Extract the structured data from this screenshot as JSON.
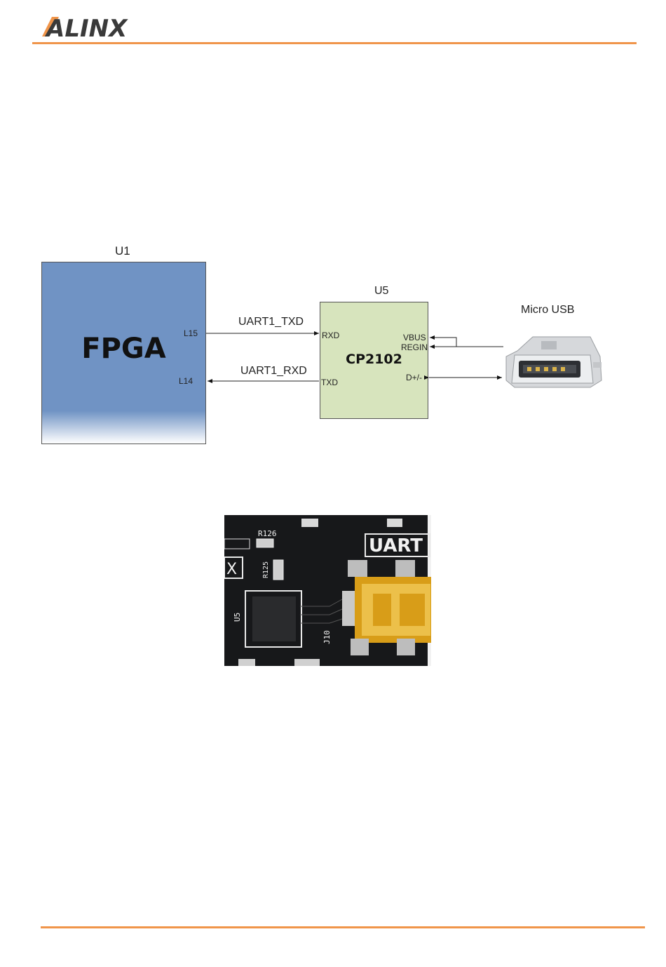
{
  "header": {
    "logo_text": "ALINX",
    "accent_color": "#f0954a"
  },
  "diagram": {
    "fpga": {
      "ref": "U1",
      "name": "FPGA",
      "pins": {
        "tx": "L15",
        "rx": "L14"
      },
      "color": "#7093c4"
    },
    "bridge": {
      "ref": "U5",
      "name": "CP2102",
      "pins": {
        "rxd": "RXD",
        "txd": "TXD",
        "vbus": "VBUS",
        "regin": "REGIN",
        "data": "D+/-"
      },
      "color": "#d7e4bd"
    },
    "nets": {
      "txd": "UART1_TXD",
      "rxd": "UART1_RXD"
    },
    "connector": {
      "label": "Micro USB",
      "icon": "usb-connector-icon"
    }
  },
  "board_photo": {
    "silkscreen": {
      "uart": "UART",
      "r126": "R126",
      "r125": "R125",
      "u5": "U5",
      "j10": "J10",
      "x": "X"
    }
  }
}
